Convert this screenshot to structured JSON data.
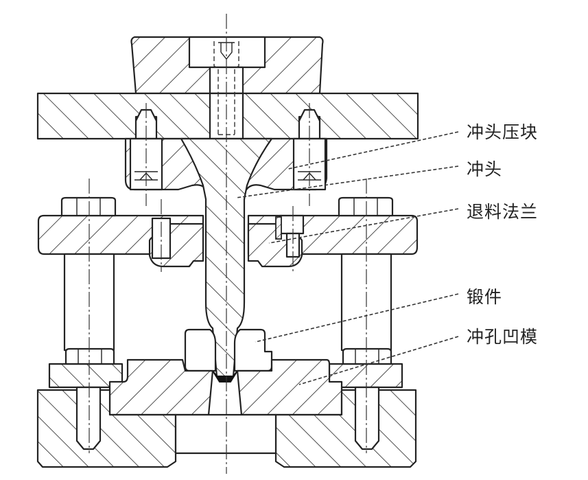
{
  "diagram": {
    "title": "",
    "type": "cross-section assembly drawing",
    "subject": "punching die for forging"
  },
  "labels": [
    {
      "id": "punch-holder",
      "text": "冲头压块"
    },
    {
      "id": "punch",
      "text": "冲头"
    },
    {
      "id": "stripper-flange",
      "text": "退料法兰"
    },
    {
      "id": "forging",
      "text": "锻件"
    },
    {
      "id": "piercing-die",
      "text": "冲孔凹模"
    }
  ],
  "colors": {
    "line": "#222222",
    "background": "#ffffff",
    "text": "#222222"
  }
}
